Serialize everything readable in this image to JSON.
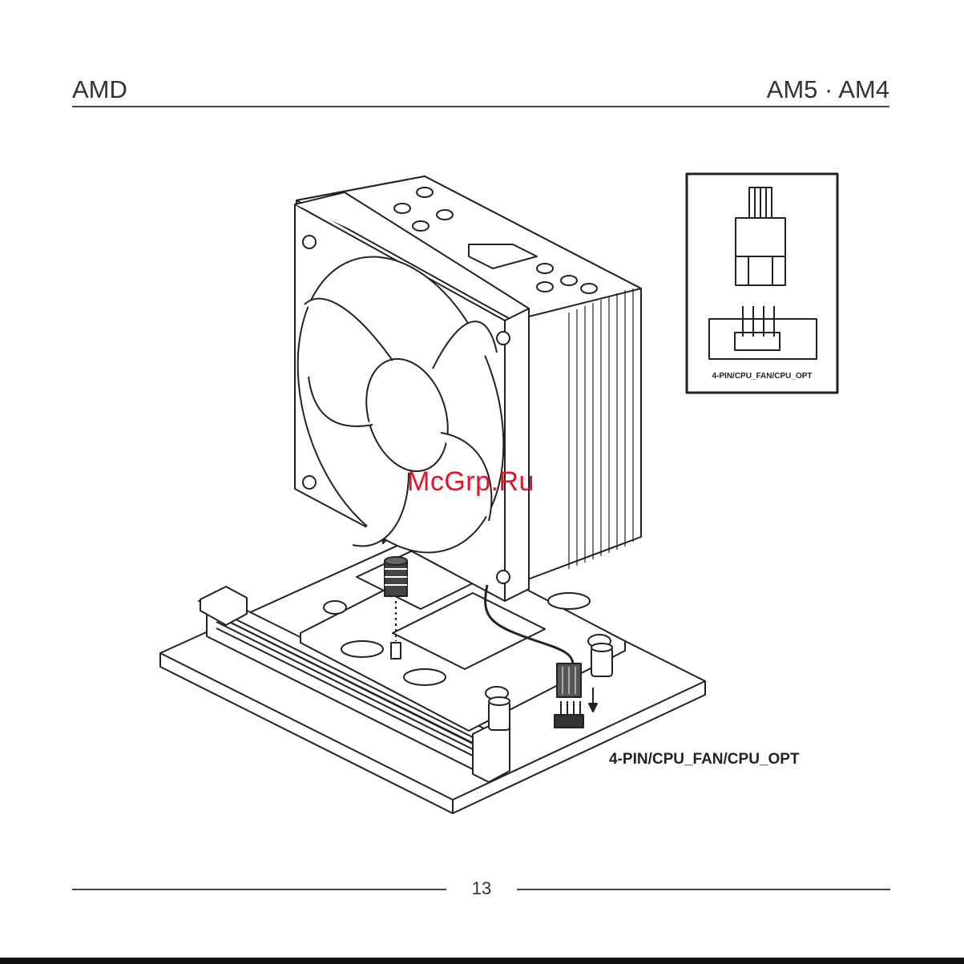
{
  "header": {
    "left": "AMD",
    "right": "AM5 · AM4"
  },
  "diagram": {
    "inset_label": "4-PIN/CPU_FAN/CPU_OPT",
    "header_label": "4-PIN/CPU_FAN/CPU_OPT"
  },
  "watermark": "McGrp.Ru",
  "footer": {
    "page_number": "13"
  }
}
